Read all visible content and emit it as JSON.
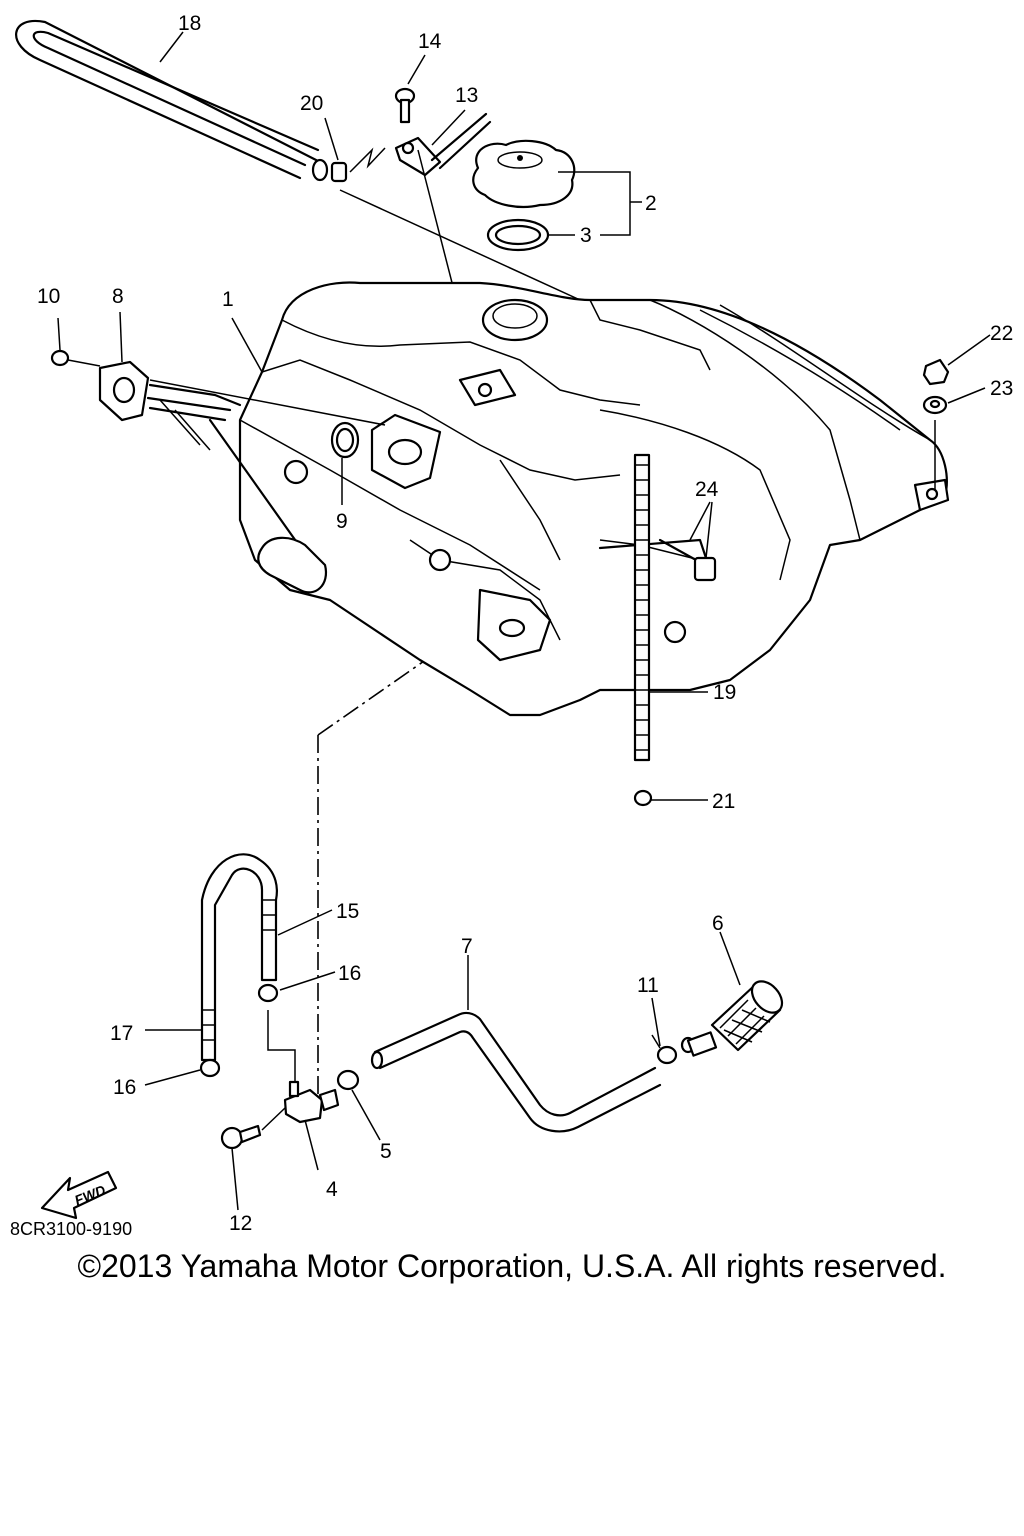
{
  "callouts": {
    "c1": "1",
    "c2": "2",
    "c3": "3",
    "c4": "4",
    "c5": "5",
    "c6": "6",
    "c7": "7",
    "c8": "8",
    "c9": "9",
    "c10": "10",
    "c11": "11",
    "c12": "12",
    "c13": "13",
    "c14": "14",
    "c15": "15",
    "c16a": "16",
    "c16b": "16",
    "c17": "17",
    "c18": "18",
    "c19": "19",
    "c20": "20",
    "c21": "21",
    "c22": "22",
    "c23": "23",
    "c24": "24"
  },
  "fwd_label": "FWD",
  "diagram_code": "8CR3100-9190",
  "copyright": "©2013 Yamaha Motor Corporation, U.S.A. All rights reserved."
}
